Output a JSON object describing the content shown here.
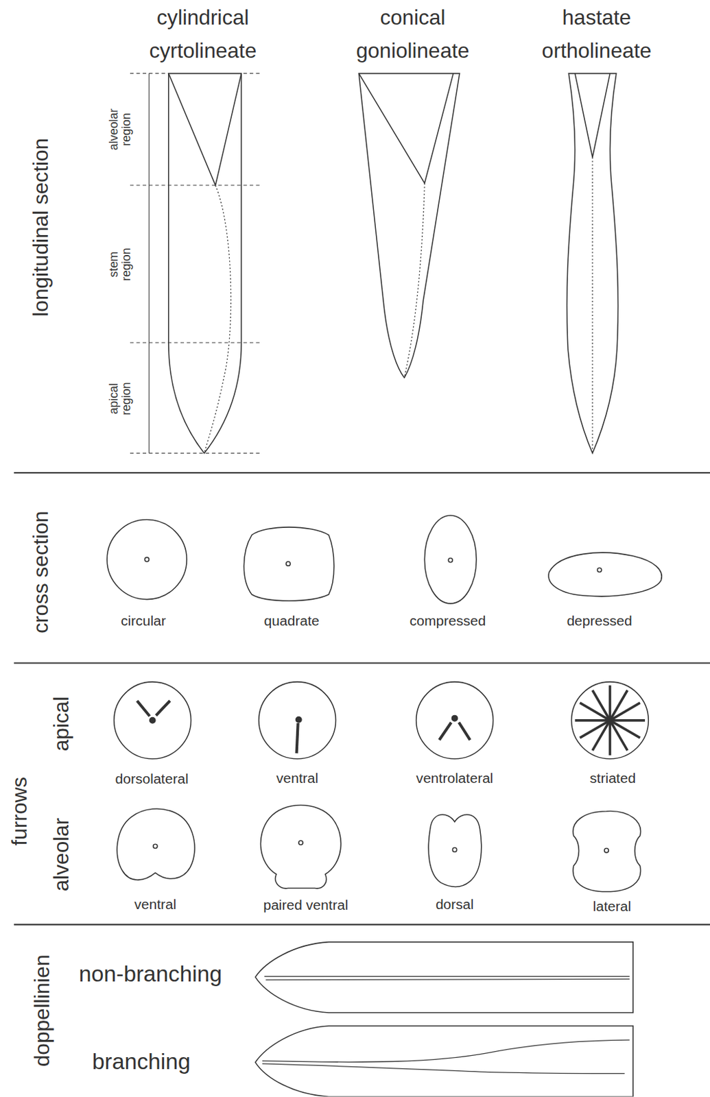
{
  "diagram": {
    "labels": [
      "cylindrical",
      "cyrtolineate",
      "conical",
      "goniolineate",
      "hastate",
      "ortholineate",
      "longitudinal section",
      "alveolar region",
      "stem region",
      "apical region",
      "cross section",
      "circular",
      "quadrate",
      "compressed",
      "depressed",
      "furrows",
      "apical",
      "dorsolateral",
      "ventral",
      "ventrolateral",
      "striated",
      "alveolar",
      "ventral",
      "paired ventral",
      "dorsal",
      "lateral",
      "doppellinien",
      "non-branching",
      "branching"
    ]
  }
}
